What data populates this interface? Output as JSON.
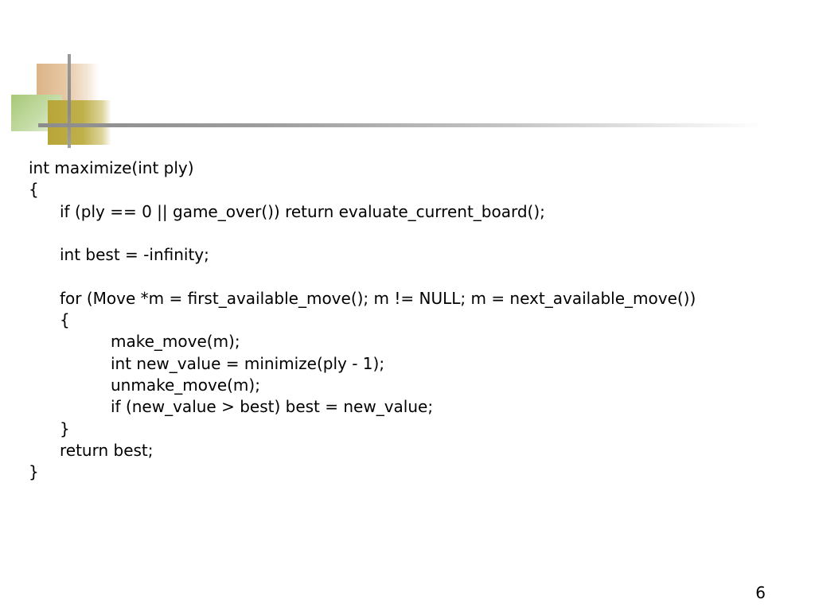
{
  "slide": {
    "code_lines": [
      {
        "text": "int maximize(int ply)",
        "indent": 0
      },
      {
        "text": "{",
        "indent": 0
      },
      {
        "text": "if (ply == 0 || game_over()) return evaluate_current_board();",
        "indent": 1
      },
      {
        "text": "",
        "indent": 0
      },
      {
        "text": "int best = -infinity;",
        "indent": 1
      },
      {
        "text": "",
        "indent": 0
      },
      {
        "text": "for (Move *m = first_available_move(); m != NULL; m = next_available_move())",
        "indent": 1
      },
      {
        "text": "{",
        "indent": 1
      },
      {
        "text": "make_move(m);",
        "indent": 2
      },
      {
        "text": "int new_value = minimize(ply - 1);",
        "indent": 2
      },
      {
        "text": "unmake_move(m);",
        "indent": 2
      },
      {
        "text": "if (new_value > best) best = new_value;",
        "indent": 2
      },
      {
        "text": "}",
        "indent": 1
      },
      {
        "text": "return best;",
        "indent": 1
      },
      {
        "text": "}",
        "indent": 0
      }
    ],
    "page_number": "6"
  },
  "colors": {
    "peach": "#dcb489",
    "green": "#a8c878",
    "olive": "#b7a538",
    "rule": "#8c8c8c"
  }
}
